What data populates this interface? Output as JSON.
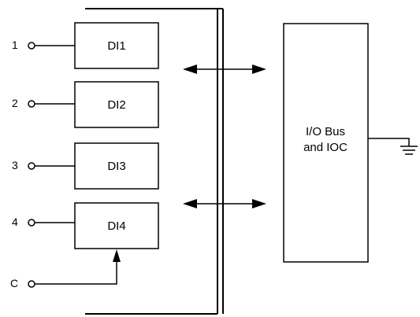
{
  "terminals": [
    {
      "number": "1"
    },
    {
      "number": "2"
    },
    {
      "number": "3"
    },
    {
      "number": "4"
    },
    {
      "number": "C"
    }
  ],
  "modules": [
    {
      "label": "DI1"
    },
    {
      "label": "DI2"
    },
    {
      "label": "DI3"
    },
    {
      "label": "DI4"
    }
  ],
  "io_block": {
    "line1": "I/O Bus",
    "line2": "and IOC"
  },
  "ground_icon": "ground-symbol",
  "arrow_icon": "double-headed-arrow"
}
